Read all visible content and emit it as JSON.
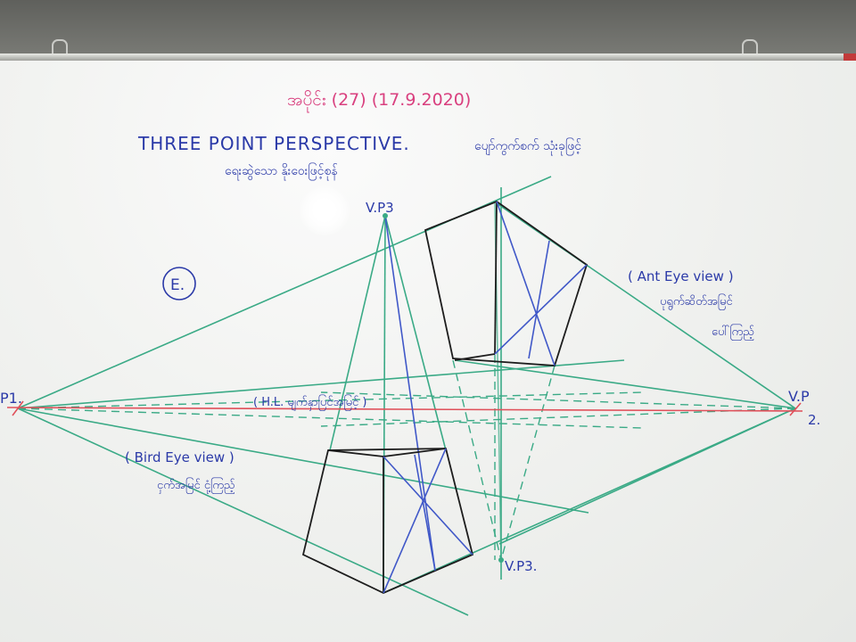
{
  "header": {
    "lesson_line": "အပိုင်း (27) (17.9.2020)",
    "title": "THREE POINT PERSPECTIVE.",
    "title_myanmar": "ပျော်ကွက်စက် သုံးခုဖြင့်",
    "subtitle_myanmar": "ရေးဆွဲသော နိုးဝေးဖြင့်စုန်"
  },
  "label_e": "E.",
  "vanishing_points": {
    "vp1": "P1.",
    "vp2_top": "V.P",
    "vp2_num": "2.",
    "vp3_top": "V.P3",
    "vp3_bottom": "V.P3."
  },
  "horizon_label": "( H.L. မျက်နှာပြင်အမြင့် )",
  "ant_eye": {
    "label": "( Ant Eye view )",
    "mm_line1": "ပုရွက်ဆိတ်အမြင်",
    "mm_line2": "ပေါ်ကြည့်"
  },
  "bird_eye": {
    "label": "( Bird Eye view )",
    "mm_line1": "ငှက်အမြင် ငုံ့ကြည့်"
  },
  "colors": {
    "title_pink": "#d9407f",
    "ink_blue": "#2b3aa8",
    "green_line": "#3aaa86",
    "red_line": "#e0505a",
    "black_line": "#1d1d1d",
    "blue_line": "#4058c8"
  }
}
